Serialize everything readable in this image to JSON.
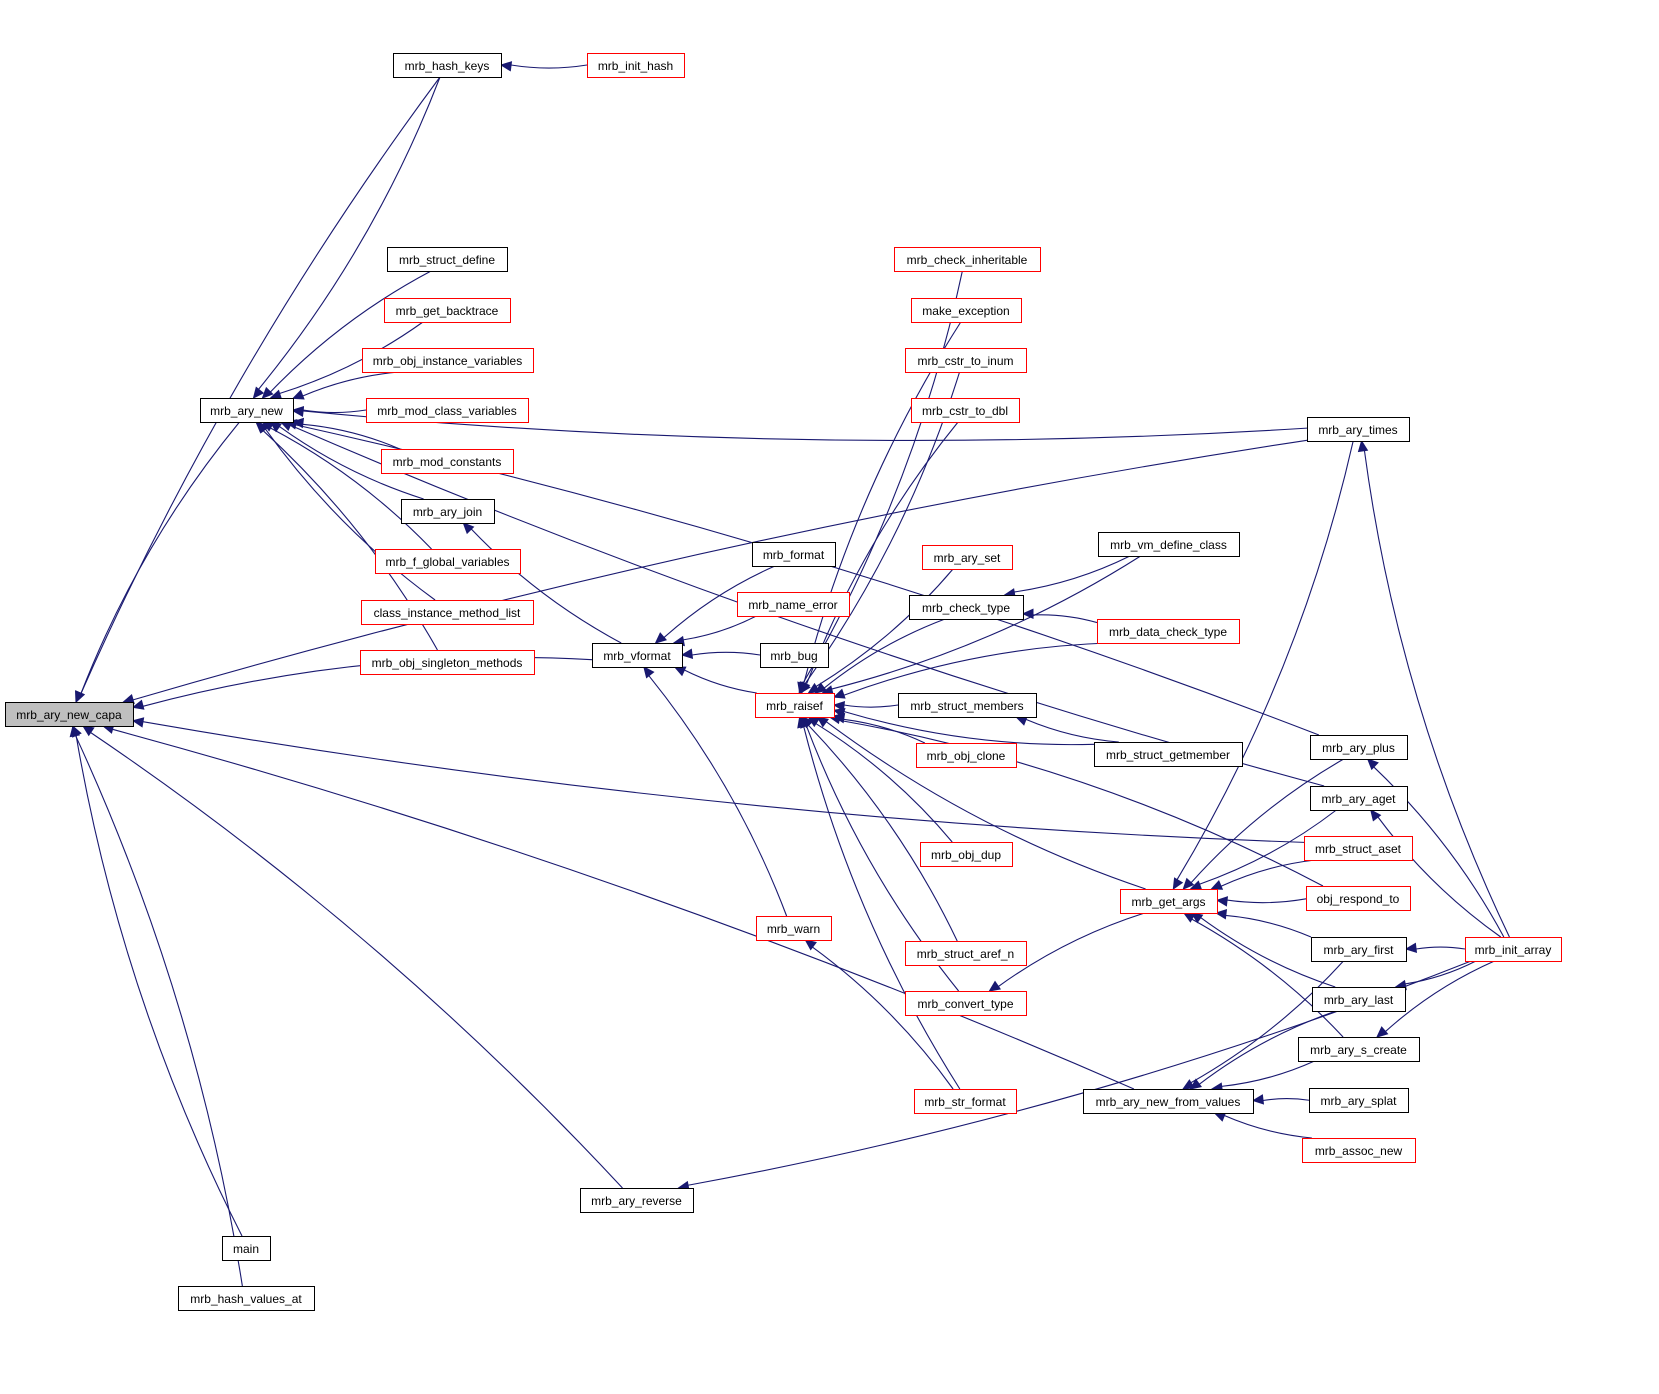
{
  "title": "mrb_ary_new_capa caller graph",
  "colors": {
    "edge": "#191970",
    "root_fill": "#bfbfbf",
    "incomplete_border": "#ff0000",
    "complete_border": "#000000"
  },
  "nodes": [
    {
      "id": "mrb_ary_new_capa",
      "label": "mrb_ary_new_capa",
      "style": "root"
    },
    {
      "id": "mrb_hash_keys",
      "label": "mrb_hash_keys",
      "style": "black"
    },
    {
      "id": "mrb_init_hash",
      "label": "mrb_init_hash",
      "style": "red"
    },
    {
      "id": "mrb_ary_new",
      "label": "mrb_ary_new",
      "style": "black"
    },
    {
      "id": "mrb_struct_define",
      "label": "mrb_struct_define",
      "style": "black"
    },
    {
      "id": "mrb_get_backtrace",
      "label": "mrb_get_backtrace",
      "style": "red"
    },
    {
      "id": "mrb_obj_instance_variables",
      "label": "mrb_obj_instance_variables",
      "style": "red"
    },
    {
      "id": "mrb_mod_class_variables",
      "label": "mrb_mod_class_variables",
      "style": "red"
    },
    {
      "id": "mrb_mod_constants",
      "label": "mrb_mod_constants",
      "style": "red"
    },
    {
      "id": "mrb_ary_join",
      "label": "mrb_ary_join",
      "style": "black"
    },
    {
      "id": "mrb_f_global_variables",
      "label": "mrb_f_global_variables",
      "style": "red"
    },
    {
      "id": "class_instance_method_list",
      "label": "class_instance_method_list",
      "style": "red"
    },
    {
      "id": "mrb_obj_singleton_methods",
      "label": "mrb_obj_singleton_methods",
      "style": "red"
    },
    {
      "id": "mrb_vformat",
      "label": "mrb_vformat",
      "style": "black"
    },
    {
      "id": "mrb_format",
      "label": "mrb_format",
      "style": "black"
    },
    {
      "id": "mrb_name_error",
      "label": "mrb_name_error",
      "style": "red"
    },
    {
      "id": "mrb_bug",
      "label": "mrb_bug",
      "style": "black"
    },
    {
      "id": "mrb_raisef",
      "label": "mrb_raisef",
      "style": "red"
    },
    {
      "id": "mrb_warn",
      "label": "mrb_warn",
      "style": "red"
    },
    {
      "id": "mrb_check_inheritable",
      "label": "mrb_check_inheritable",
      "style": "red"
    },
    {
      "id": "make_exception",
      "label": "make_exception",
      "style": "red"
    },
    {
      "id": "mrb_cstr_to_inum",
      "label": "mrb_cstr_to_inum",
      "style": "red"
    },
    {
      "id": "mrb_cstr_to_dbl",
      "label": "mrb_cstr_to_dbl",
      "style": "red"
    },
    {
      "id": "mrb_ary_set",
      "label": "mrb_ary_set",
      "style": "red"
    },
    {
      "id": "mrb_check_type",
      "label": "mrb_check_type",
      "style": "black"
    },
    {
      "id": "mrb_struct_members",
      "label": "mrb_struct_members",
      "style": "black"
    },
    {
      "id": "mrb_obj_clone",
      "label": "mrb_obj_clone",
      "style": "red"
    },
    {
      "id": "mrb_obj_dup",
      "label": "mrb_obj_dup",
      "style": "red"
    },
    {
      "id": "mrb_struct_aref_n",
      "label": "mrb_struct_aref_n",
      "style": "red"
    },
    {
      "id": "mrb_convert_type",
      "label": "mrb_convert_type",
      "style": "red"
    },
    {
      "id": "mrb_str_format",
      "label": "mrb_str_format",
      "style": "red"
    },
    {
      "id": "mrb_vm_define_class",
      "label": "mrb_vm_define_class",
      "style": "black"
    },
    {
      "id": "mrb_data_check_type",
      "label": "mrb_data_check_type",
      "style": "red"
    },
    {
      "id": "mrb_struct_getmember",
      "label": "mrb_struct_getmember",
      "style": "black"
    },
    {
      "id": "mrb_get_args",
      "label": "mrb_get_args",
      "style": "red"
    },
    {
      "id": "mrb_ary_new_from_values",
      "label": "mrb_ary_new_from_values",
      "style": "black"
    },
    {
      "id": "mrb_ary_times",
      "label": "mrb_ary_times",
      "style": "black"
    },
    {
      "id": "mrb_ary_plus",
      "label": "mrb_ary_plus",
      "style": "black"
    },
    {
      "id": "mrb_ary_aget",
      "label": "mrb_ary_aget",
      "style": "black"
    },
    {
      "id": "mrb_struct_aset",
      "label": "mrb_struct_aset",
      "style": "red"
    },
    {
      "id": "obj_respond_to",
      "label": "obj_respond_to",
      "style": "red"
    },
    {
      "id": "mrb_ary_first",
      "label": "mrb_ary_first",
      "style": "black"
    },
    {
      "id": "mrb_ary_last",
      "label": "mrb_ary_last",
      "style": "black"
    },
    {
      "id": "mrb_ary_s_create",
      "label": "mrb_ary_s_create",
      "style": "black"
    },
    {
      "id": "mrb_ary_splat",
      "label": "mrb_ary_splat",
      "style": "black"
    },
    {
      "id": "mrb_assoc_new",
      "label": "mrb_assoc_new",
      "style": "red"
    },
    {
      "id": "mrb_init_array",
      "label": "mrb_init_array",
      "style": "red"
    },
    {
      "id": "mrb_ary_reverse",
      "label": "mrb_ary_reverse",
      "style": "black"
    },
    {
      "id": "main",
      "label": "main",
      "style": "black"
    },
    {
      "id": "mrb_hash_values_at",
      "label": "mrb_hash_values_at",
      "style": "black"
    }
  ],
  "edges": [
    {
      "from": "mrb_hash_keys",
      "to": "mrb_ary_new_capa"
    },
    {
      "from": "mrb_init_hash",
      "to": "mrb_hash_keys"
    },
    {
      "from": "mrb_ary_new",
      "to": "mrb_ary_new_capa"
    },
    {
      "from": "mrb_hash_keys",
      "to": "mrb_ary_new"
    },
    {
      "from": "mrb_struct_define",
      "to": "mrb_ary_new"
    },
    {
      "from": "mrb_get_backtrace",
      "to": "mrb_ary_new"
    },
    {
      "from": "mrb_obj_instance_variables",
      "to": "mrb_ary_new"
    },
    {
      "from": "mrb_mod_class_variables",
      "to": "mrb_ary_new"
    },
    {
      "from": "mrb_mod_constants",
      "to": "mrb_ary_new"
    },
    {
      "from": "mrb_ary_join",
      "to": "mrb_ary_new"
    },
    {
      "from": "mrb_f_global_variables",
      "to": "mrb_ary_new"
    },
    {
      "from": "class_instance_method_list",
      "to": "mrb_ary_new"
    },
    {
      "from": "mrb_obj_singleton_methods",
      "to": "mrb_ary_new"
    },
    {
      "from": "mrb_ary_times",
      "to": "mrb_ary_new"
    },
    {
      "from": "mrb_ary_plus",
      "to": "mrb_ary_new"
    },
    {
      "from": "mrb_ary_aget",
      "to": "mrb_ary_new"
    },
    {
      "from": "mrb_ary_times",
      "to": "mrb_ary_new_capa"
    },
    {
      "from": "mrb_struct_aset",
      "to": "mrb_ary_new_capa"
    },
    {
      "from": "mrb_vformat",
      "to": "mrb_ary_new_capa"
    },
    {
      "from": "mrb_vformat",
      "to": "mrb_ary_join"
    },
    {
      "from": "mrb_format",
      "to": "mrb_vformat"
    },
    {
      "from": "mrb_name_error",
      "to": "mrb_vformat"
    },
    {
      "from": "mrb_bug",
      "to": "mrb_vformat"
    },
    {
      "from": "mrb_raisef",
      "to": "mrb_vformat"
    },
    {
      "from": "mrb_warn",
      "to": "mrb_vformat"
    },
    {
      "from": "mrb_check_inheritable",
      "to": "mrb_raisef"
    },
    {
      "from": "make_exception",
      "to": "mrb_raisef"
    },
    {
      "from": "mrb_cstr_to_inum",
      "to": "mrb_raisef"
    },
    {
      "from": "mrb_cstr_to_dbl",
      "to": "mrb_raisef"
    },
    {
      "from": "mrb_ary_set",
      "to": "mrb_raisef"
    },
    {
      "from": "mrb_check_type",
      "to": "mrb_raisef"
    },
    {
      "from": "mrb_vm_define_class",
      "to": "mrb_raisef"
    },
    {
      "from": "mrb_data_check_type",
      "to": "mrb_raisef"
    },
    {
      "from": "mrb_struct_members",
      "to": "mrb_raisef"
    },
    {
      "from": "mrb_obj_clone",
      "to": "mrb_raisef"
    },
    {
      "from": "mrb_struct_getmember",
      "to": "mrb_raisef"
    },
    {
      "from": "mrb_obj_dup",
      "to": "mrb_raisef"
    },
    {
      "from": "mrb_get_args",
      "to": "mrb_raisef"
    },
    {
      "from": "mrb_struct_aref_n",
      "to": "mrb_raisef"
    },
    {
      "from": "mrb_convert_type",
      "to": "mrb_raisef"
    },
    {
      "from": "obj_respond_to",
      "to": "mrb_raisef"
    },
    {
      "from": "mrb_str_format",
      "to": "mrb_raisef"
    },
    {
      "from": "mrb_str_format",
      "to": "mrb_warn"
    },
    {
      "from": "mrb_vm_define_class",
      "to": "mrb_check_type"
    },
    {
      "from": "mrb_data_check_type",
      "to": "mrb_check_type"
    },
    {
      "from": "mrb_struct_getmember",
      "to": "mrb_struct_members"
    },
    {
      "from": "mrb_get_args",
      "to": "mrb_convert_type"
    },
    {
      "from": "mrb_ary_times",
      "to": "mrb_get_args"
    },
    {
      "from": "mrb_ary_plus",
      "to": "mrb_get_args"
    },
    {
      "from": "mrb_ary_aget",
      "to": "mrb_get_args"
    },
    {
      "from": "mrb_struct_aset",
      "to": "mrb_get_args"
    },
    {
      "from": "obj_respond_to",
      "to": "mrb_get_args"
    },
    {
      "from": "mrb_ary_first",
      "to": "mrb_get_args"
    },
    {
      "from": "mrb_ary_last",
      "to": "mrb_get_args"
    },
    {
      "from": "mrb_ary_s_create",
      "to": "mrb_get_args"
    },
    {
      "from": "mrb_init_array",
      "to": "mrb_ary_times"
    },
    {
      "from": "mrb_init_array",
      "to": "mrb_ary_plus"
    },
    {
      "from": "mrb_init_array",
      "to": "mrb_ary_aget"
    },
    {
      "from": "mrb_init_array",
      "to": "mrb_ary_first"
    },
    {
      "from": "mrb_init_array",
      "to": "mrb_ary_last"
    },
    {
      "from": "mrb_init_array",
      "to": "mrb_ary_s_create"
    },
    {
      "from": "mrb_ary_first",
      "to": "mrb_ary_new_from_values"
    },
    {
      "from": "mrb_ary_last",
      "to": "mrb_ary_new_from_values"
    },
    {
      "from": "mrb_ary_s_create",
      "to": "mrb_ary_new_from_values"
    },
    {
      "from": "mrb_ary_splat",
      "to": "mrb_ary_new_from_values"
    },
    {
      "from": "mrb_assoc_new",
      "to": "mrb_ary_new_from_values"
    },
    {
      "from": "mrb_ary_new_from_values",
      "to": "mrb_ary_new_capa"
    },
    {
      "from": "mrb_init_array",
      "to": "mrb_ary_reverse"
    },
    {
      "from": "mrb_ary_reverse",
      "to": "mrb_ary_new_capa"
    },
    {
      "from": "main",
      "to": "mrb_ary_new_capa"
    },
    {
      "from": "mrb_hash_values_at",
      "to": "mrb_ary_new_capa"
    }
  ]
}
